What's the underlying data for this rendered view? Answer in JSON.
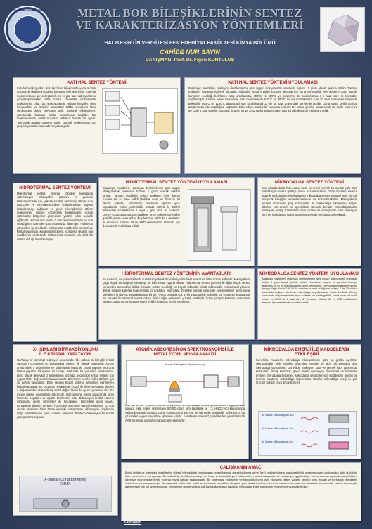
{
  "header": {
    "title_line1": "METAL BOR BİLEŞİKLERİNİN SENTEZ",
    "title_line2": "VE KARAKTERİZASYON YÖNTEMLERİ",
    "subtitle": "BALIKESİR ÜNİVERSİTESİ FEN EDEBİYAT FAKÜLTESİ KİMYA BÖLÜMÜ",
    "author": "CAHİDE NUR SAYIN",
    "advisor": "DANIŞMAN: Prof. Dr. Figen KURTULUŞ",
    "logo_text": "BALIKESİR ÜNİVERSİTESİ",
    "logo_year": "1992"
  },
  "panels": {
    "kati_hal": {
      "title": "KATI HAL SENTEZ YÖNTEMİ",
      "text": "Katı-hal reaksiyonları, katı bir fazın bileşiminde yada atomik düzeninde değişimin olduğu kimyasal işlemleri içerir. Katı-hal reaksiyonlarını gerçekleştirmek, ısı ve gaz fazı reaksiyonlarını gerçekleştirmekten daha zordur. Genellikle stokiometrik reaksiyonlar olup, bu reaksiyonlarda oluşan kristaller, giriş kimyasalları ve ürünler arasındaki Gibbs enerjilerin farkı olmasından dolayı meydana gelir. Isıtılarak etkileştirilen, yapılarında bulunan kristal kusurlarına bağlıdır. Bu reaksiyonlarda, nokta kusurları oldukça önemli rol oynar. Teknolojik açıdan önceme sahip katı-hal reaksiyonları toz giriş kimyasalları arasında meydana gelir."
    },
    "kati_hal_uyg": {
      "title": "KATI HAL SENTEZ YÖNTEMİ UYGULAMASI",
      "text": "Başlangıç maddeleri, reaksiyon denklemlerine göre uygun stokiyometrik oranlarda toplam 10 gram olacak şekilde tartıldı. Tartılan maddeler havanda ezilerek öğütüldü. Öğütülen karışım platin krozeye aktarıldı kül fırına yerleştirildi. Her deneme özgü olarak, karışımın sıcaklığı belirlenen artış oranlarında, 400°C ve 450°C ye çıkarılmış bu sıcaklıklarda 3-5 saat süre ile kalmaları sağlanmıştır. Kalsine edilen karışımlar, bazı denemelerde 610°C ve 900°C ile ara sıcaklıklarda 3 ile 10 saat arasındaki sürelerde bekletildi. 650°C ile 1150°C arasındaki son sıcaklıklarda 12 ile 48 saat arasındaki sürelerde ısıtıldı. Daha sonra belirli aralıkla araştırmada ode sıcaklığına soğutulur. Elde edilen ürünler bir havanda ezilerek toz haline getirilir, sonra sıcak saf su ile yıkanır ve 60°C de 4 saat süre ile kurutulur. Ürünler IR ve XRD spektrumlarının alınması için desikatörde muhafaza edilir."
    },
    "hidrotermal": {
      "title": "HİDROTERMAL SENTEZ YÖNTEMİ",
      "text": "Hidrotermal sentez, üzerine ölçülen koşullarda çözünmeyen materyalleri çözmek ve yeniden kristallendirmek için, yüksek sıcaklık ve basınç altında sulu çözücüler ve mineralleştiricilerin kullanılmasıdır. Böylesi kristallenmeyi sağlayan en genel elverişlilerinin ettiren reaksiyonlar yüksek çözünürlük bölgesinden, düşük çözünürlük bölgesine geçmesine yardım eden sıcaklık eğilimidir. Hidrotermal sentez 1 atm den daha büyük ve oda sıcaklığının üzerinde sulu ortamlarda heterojen reaksiyon yöntemleri içermektedir. Mikroporöz maddelerin sentezi ve kristal yapısında, kovalent iletkenler, kompleks oksitler gibi maddelerin sentezinde hidrotermal sentezin çok etkili bir sistem olduğu kanıtlanmıştır."
    },
    "hidrotermal_uyg": {
      "title": "HİDROTERMAL SENTEZ YÖNTEMİ UYGULAMASI",
      "text": "Başlangıç maddeleri, reaksiyon denklemlerine göre uygun stokiyometrik oranlarda toplam 2 gram olacak şekilde tartıldı. Tartılan maddeler teflon otoklavın içine konup üzerine saf su ilave edildi (%duluk oranı en fazla % 60 olacak şekilde). Hazırlanan otoklavlar ağızları iyice kapatılarak, etüve yerleştirildi. Etüvde 160°C ile 230°C arasındaki sıcaklıklarda 3 veya 4 gün süre ile bırakıldı. Deney sonucunda oluşan maddeler önce etilerek toz haline getirildi, sonra sıcak saf su ile yıkanır ve 60°C de 4 saat süre ile kurutulur. Ürünler IR ve XRD çekimlerinin alınması için desikatörde muhafaza edildi."
    },
    "mikrodalga": {
      "title": "MİKRODALGA SENTEZ YÖNTEMİ",
      "text": "Son yıllarda daha hızlı, daha basit ve enerji verimli bir sentez yolu olan mikrodalga sentez gittikçe önem kazanmaktadır. Daha önceleri sadece organik reaksiyonlar için kullanılan mikrodalga sentez yöntemi artık bir çok inorganik bileşiğin senteslenmesinde de kullanılmaktadır. Materyallerin sentezi sürecinde giriş kimyasallar ile mikrodalga etkileşimin doğası oldukça çok detaylı ve spesifiklidir. Bununla beraber mikrodalgalardan materyale, enerji transferinin hızlı olması ile sonuçlanan hem reaksiyon hem de reaksiyonu (kalsinasyon) sayesinde meydana gelmektedir."
    },
    "hidrotermal_avantaj": {
      "title": "HİDROTERMAL SENTEZ YÖNTEMİNİN AVANTAJLARI",
      "text": "Bu metodla, sol-jel metodunda kullanılan yüksek düzeyleri yerine basit aparat ve nitrat tuzları kullanılır. Materyallerin çoğu düşük bir bölgede kristalleşir ve lüks kristal yapıda oluşur. Hidrotermal sentez yöntemi ile diğer birçok sentez yöntemleri arasındaki farklar kristalin sentez sıcaklığı ve büyük miktarda kristal edilmesidir. Hidrotermal yöntem, düşük sıcaklık katı-hal reaksiyonları için oldukça elverişlidir. Özellikle normal yolla elde edemediğimiz geçiş metal bileşikleri, en büyük avantajlarından biridir. Ayrıca kristalde çok iyi bir yapıda elde edilebilir. Bu yöntemin dezavantajı ise sonraki hidrotermal sentez ortam ilişkin diğer nedenleri, yüksek reaktivite, kolay çözgen kontrolü, metastabil fazların oluşumu, az hava ve çevre kirliliği ile düşük enerji tüketimidir."
    },
    "mikrodalga_uyg": {
      "title": "MİKRODALGA SENTEZ YÖNTEMİ UYGULAMASI",
      "text": "Başlangıç maddeleri, reaksiyon denklemlerine göre uygun stokiyometrik oranlarda toplam 2 gram olacak şekilde tartıldı. Hazırlanan karışım bir porselen krozeye aktarılmış ve içi bir mikrodalga fırın içine yerleştirildi. Fırın içindeki maddeler her bir deneye özgü olarak 180 W ile maksimum watt aralığında toplam 2 ile 30 dakika arasındaki değişen sürelerde mikrodalga uygulamasına maruz bırakıldı. Deney sonucunda oluşan maddeler önce ezilerek toz haline getirilir, sonra sıcak saf su ile yıkanır ve 60°C de 4 saat süre ile kurutulur. Ürünler IR ve XRD analizlerinin alınması için desikatörde muhafaza edilir."
    },
    "xray": {
      "title_line1": "X- IŞINLARI DİFRAKSİYONUNU",
      "title_line2": "İLE KRİSTAL YAPI TAYİNİ",
      "text": "Herhangi bir kimyasal reaksiyon sonucunda elde edilmiş bir bileşiğin kristal yapısının çözülmesi üç basamakta yapılır: İlk olarak maddenin X-ışını analizindeki d değerlerine ve şiddetlerine bakarak, kristal yapının yedi ana kristal yapıdan hangisine ait olduğu hakkında bir yorumun yapılmasıdır. İkinci olarak deneysel d değerlerinin ışığında, seçilen bir kristal sistemi için uygun Miller değerlerinin bulunmasıdır. Belirlenen her bir miller dizilerin için 2θ değeri hesaplanır. Eğer seçilen kristal sistemi, gerçekten bilinmeyen kristal yapıya ait ise, o zaman hesaplanan ©q2 θ ile deneysel olarak ölçülen d değerlerinden elde edilmiş sin2θ değeri birbiri ile uyum içerisinde olur. En uygun işleme indekslerde elli seçilir. İndekslenme işlemi sonucunda birim hücrenin boyutları ve açıları belirlenmiş olur. Bilinmeyen kristal yapının yoğunluğu çeşitli yöntemler ile hesaplanır. Hücredeki atom sayısı, numunenin bileşimi ve birim hücredeki atomların sayısı hesaplanır. En son olarak atomların birim hücre içindeki pozisyonları, difraksiyon çizgilerinin bağıl şiddetlerinden yola çıkılarak belirlenir. Böylece bilinmeyen bir kristal yapı çözülmemiş olur",
      "figure_title_line1": "X-Işınları Difraktometresi",
      "figure_title_line2": "(XRD)"
    },
    "aas": {
      "title_line1": "ATOMİK ABSORBSİYON SPEKTROSKOPİSİ İLE",
      "title_line2": "METAL İYONLARININ ANALİZİ",
      "figure_caption": "Atomic Absorption Spectroscopy",
      "text": "Katı hal sentez yöntemi, hidrotermal yöntem ve mikrodalga sentez yöntemlerinin uygulanması sonucu elde edilen ürünlerden 0,0250 gram tam tartılarak ve 1:1 HNO3:HCl karışımında yaklaşık yanaklı çözüldü. Daha sonra çözelti 100 mL' ye saf su ile seyreltildi. Daha sonra bu çözeltiden uygun seyreltme işlemleri yapılır, hazırlanan standart çözeltilerden yararlanılarak AAS' de metal iyonlarının analizi gerçekleştirilir."
    },
    "mikrodalga_enerji": {
      "title_line1": "MİKRODALGA ENERJİ İLE MADDELERİN",
      "title_line2": "ETKİLEŞİMİ",
      "text": "Genellikle maddeler mikrodalga etkileşimlerine göre üç gruba ayrılırlar; Mikrodalgaları elde etmekte kullanılan, metaller ve gibi, çok pişmakta olan mikrodalga yansıtıcılar. Genellikle reaksiyon kabı ve yemek kabı yapımında kullanılan, erimiş kuartzlar, geçici metal içermeyen seramikler ve teflondan üretilen mikrodalga iletkenler. Mikrodalga senteziler için maddelerin önemli bir kısmını oluşturan mikrodalga soğurucular. Ürünler mikrodalga enerji ile çok hızlı bir şekilde ısıya dönüştürürler.",
      "figure_labels": [
        "Bu Madde: Mikrodalga ılık alır!",
        "Bu Madde: Mikrodalga ısı alır!",
        "Bu Madde: Mikrodalga ısı alır!"
      ]
    },
    "amac": {
      "title": "ÇALIŞMANIN AMACI",
      "text": "Borlu, fosfatlı ve borfosfatlı bileşiklerinin yüksek teknolojideki uygulamaları, enerji kaynağı olarak kullanma ve her türlü endüstri koluna uygulanabilirliği, araştırmacıların bu konulara daha büyük bir önem vermelerine yol açmıştır. Bu kadar ürün özelliklerine sahip bor, fosfat ve borfosfatlı yeni malzemelerin sentez çalışmaları ve endüstriyel uygulamaları, bor konusunun açısından sergiledikleri ülkemizin ekonomisine ileride yollarda büyük katkılar sağlayacaktır. Bu çalışmada, endüstriyel ve teknolojik önemi olan, ekonomik değeri yüksek, yeni tip borlu, fosfatlı ve borfosfatlı bileşiklerin sentezlenmesi amaçlanmıştır. Sonuçta elde edilen bor, fosfat ve borfosfatlı bileşiklerin kimyasal yapı olarak incelenmesi ve bu maddelerin metal iyon analizleri sonucu elde edilmiş kuvvet gün galenlerekat katı hal sentez metodu, hidrotermal ve son yıllarda çok fazla kullanılmaya başlayan mikrodalga enerji yardımıyla yöntemlerden yararlanılmıştır."
    }
  },
  "references_label": "Kaynaklar"
}
